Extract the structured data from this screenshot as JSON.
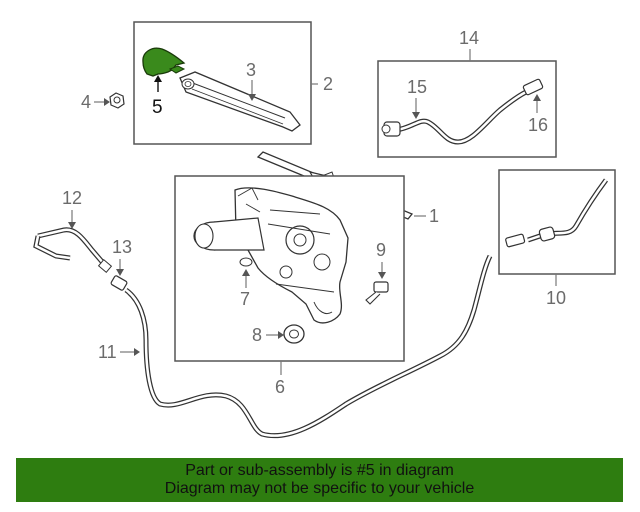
{
  "diagram": {
    "callouts": {
      "c1": "1",
      "c2": "2",
      "c3": "3",
      "c4": "4",
      "c5": "5",
      "c6": "6",
      "c7": "7",
      "c8": "8",
      "c9": "9",
      "c10": "10",
      "c11": "11",
      "c12": "12",
      "c13": "13",
      "c14": "14",
      "c15": "15",
      "c16": "16"
    },
    "highlight_part": "5",
    "highlight_color": "#3a8a1c"
  },
  "footer": {
    "line1": "Part or sub-assembly is #5 in diagram",
    "line2": "Diagram may not be specific to your vehicle",
    "background": "#2e7d10"
  }
}
